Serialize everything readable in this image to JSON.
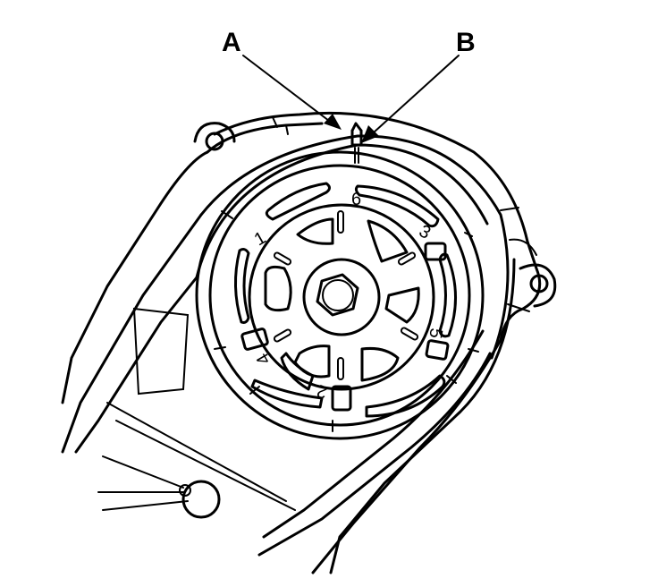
{
  "callouts": {
    "a": "A",
    "b": "B"
  },
  "pulley_numbers": {
    "n1": "1",
    "n2": "2",
    "n3": "3",
    "n4": "4",
    "n5": "5",
    "n6": "6"
  }
}
